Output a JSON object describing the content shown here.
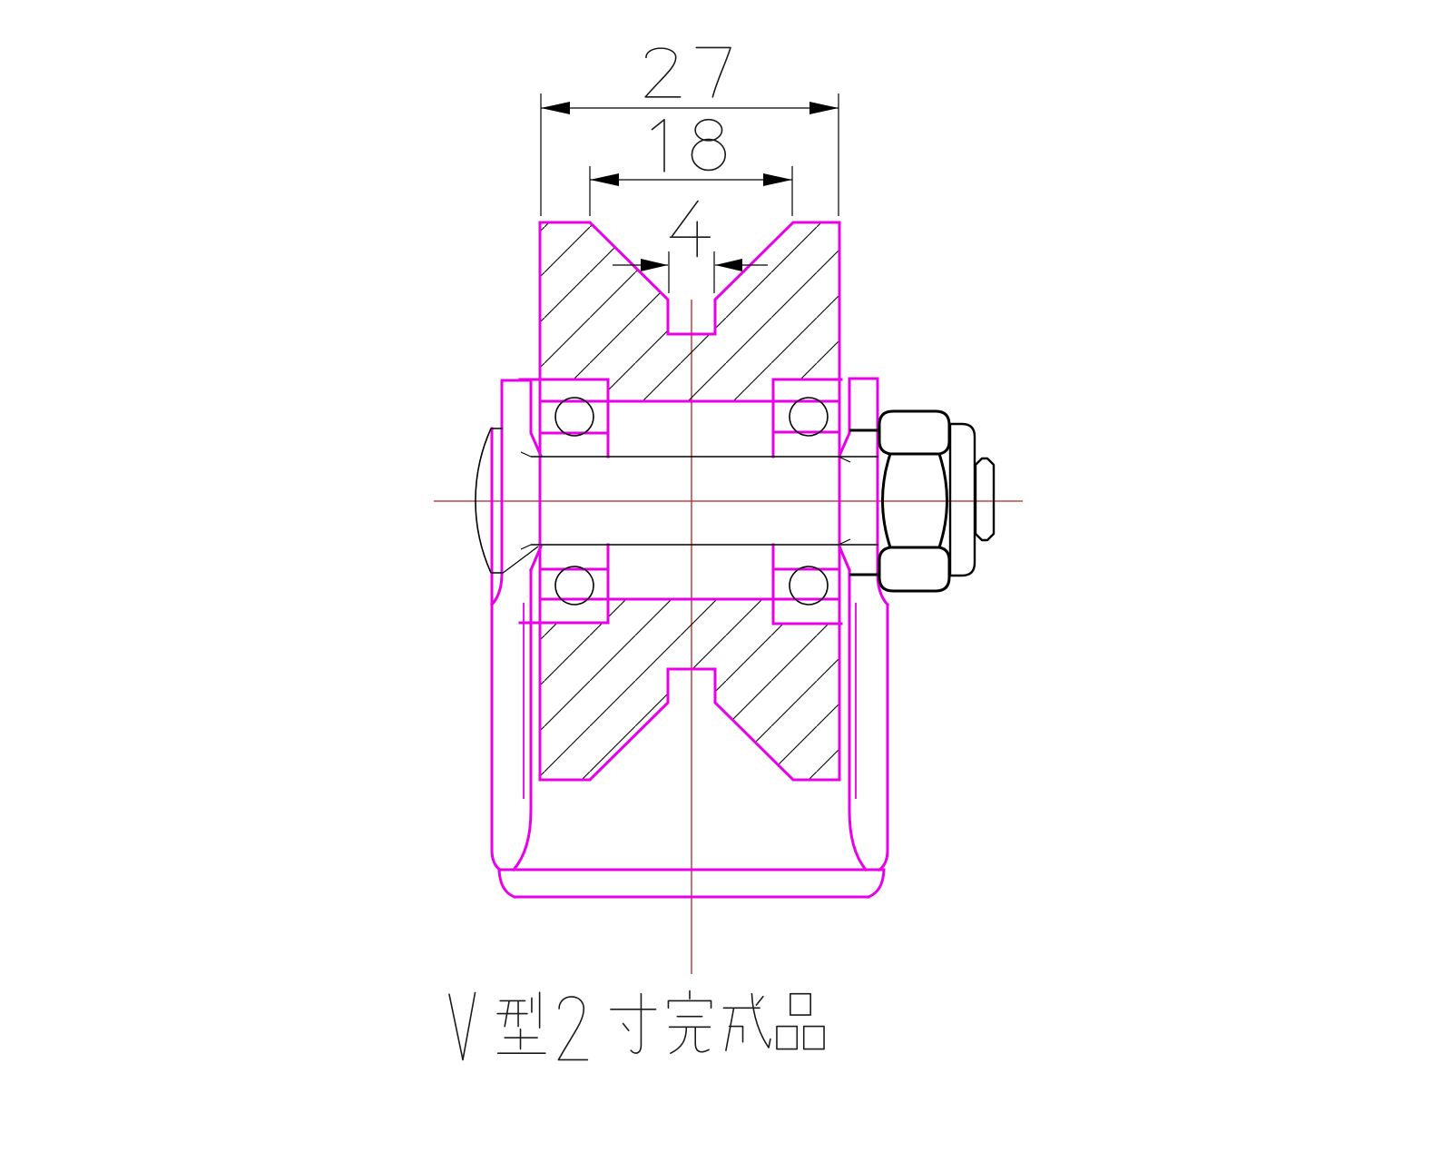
{
  "drawing": {
    "title": "v型2寸完成品",
    "dimensions": {
      "overall_width": "27",
      "groove_opening": "18",
      "slot_width": "4"
    }
  },
  "colors": {
    "magenta": "#e800e8",
    "centerline": "#b32424",
    "black": "#000000",
    "text": "#1a1a1a",
    "background": "#ffffff"
  }
}
